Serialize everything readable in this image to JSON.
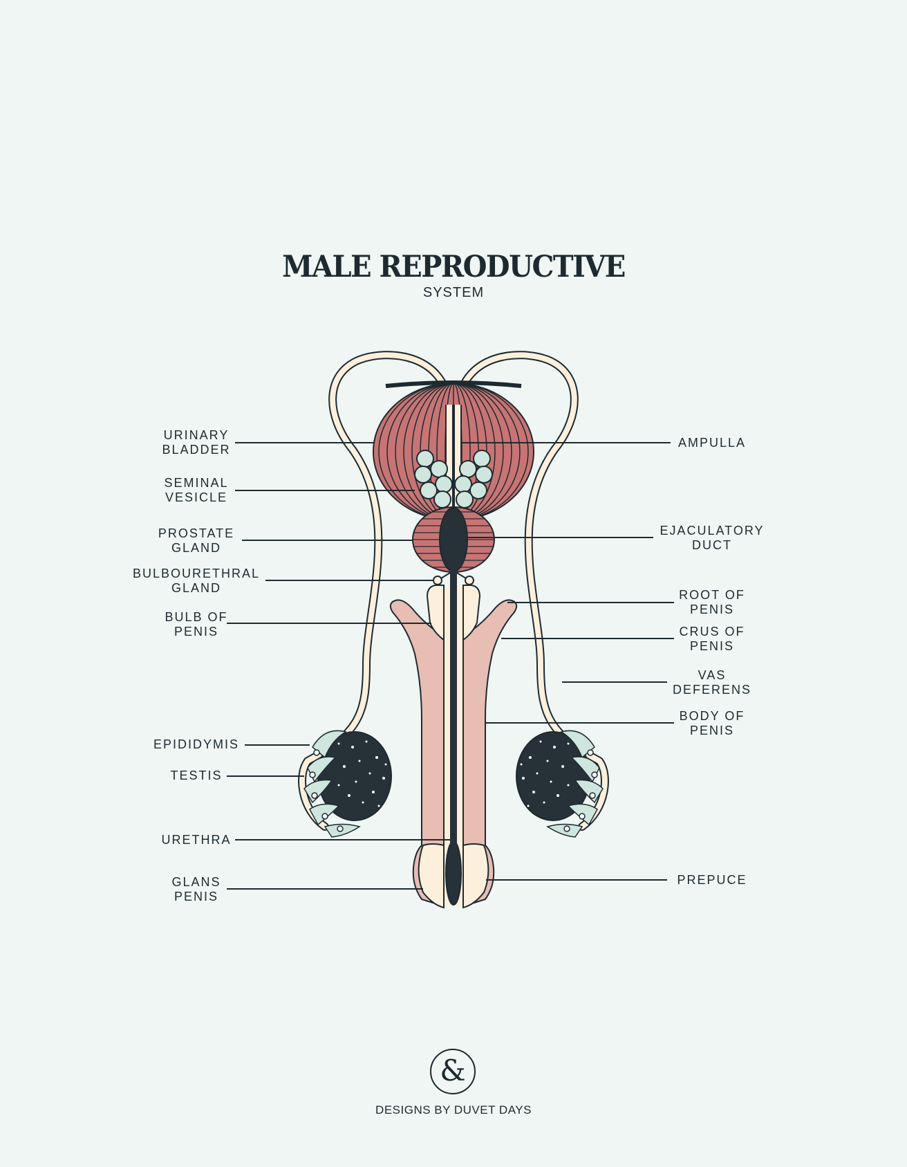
{
  "header": {
    "title": "MALE REPRODUCTIVE",
    "subtitle": "SYSTEM"
  },
  "labels_left": {
    "urinary_bladder": "URINARY\nBLADDER",
    "seminal_vesicle": "SEMINAL\nVESICLE",
    "prostate_gland": "PROSTATE\nGLAND",
    "bulbourethral_gland": "BULBOURETHRAL\nGLAND",
    "bulb_of_penis": "BULB OF\nPENIS",
    "epididymis": "EPIDIDYMIS",
    "testis": "TESTIS",
    "urethra": "URETHRA",
    "glans_penis": "GLANS\nPENIS"
  },
  "labels_right": {
    "ampulla": "AMPULLA",
    "ejaculatory_duct": "EJACULATORY\nDUCT",
    "root_of_penis": "ROOT OF\nPENIS",
    "crus_of_penis": "CRUS OF\nPENIS",
    "vas_deferens": "VAS\nDEFERENS",
    "body_of_penis": "BODY OF\nPENIS",
    "prepuce": "PREPUCE"
  },
  "footer": {
    "logo_glyph": "&",
    "brand": "DESIGNS BY DUVET DAYS"
  },
  "colors": {
    "background": "#eff6f3",
    "ink": "#1d2a30",
    "bladder": "#c87474",
    "vesicle": "#cfe6de",
    "cream": "#fcefdc",
    "body_pink": "#e8bdb3",
    "dark": "#263238"
  }
}
